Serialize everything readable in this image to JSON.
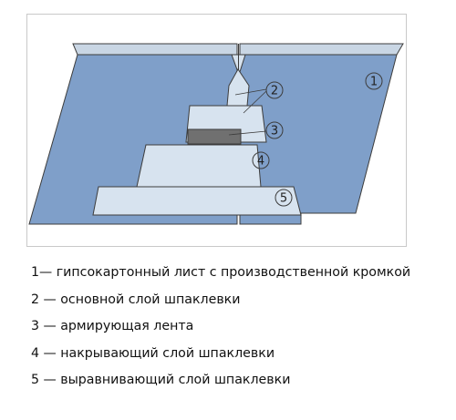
{
  "diagram": {
    "callouts": [
      "1",
      "2",
      "3",
      "4",
      "5"
    ],
    "colors": {
      "board": "#7f9fc9",
      "board_edge": "#c9d6e4",
      "layer": "#d7e3ef",
      "tape": "#707070",
      "outline": "#3c3c3c"
    }
  },
  "legend": [
    "1— гипсокартонный лист с производственной кромкой",
    "2 — основной слой шпаклевки",
    "3 — армирующая лента",
    "4 — накрывающий слой шпаклевки",
    "5 — выравнивающий слой шпаклевки"
  ]
}
